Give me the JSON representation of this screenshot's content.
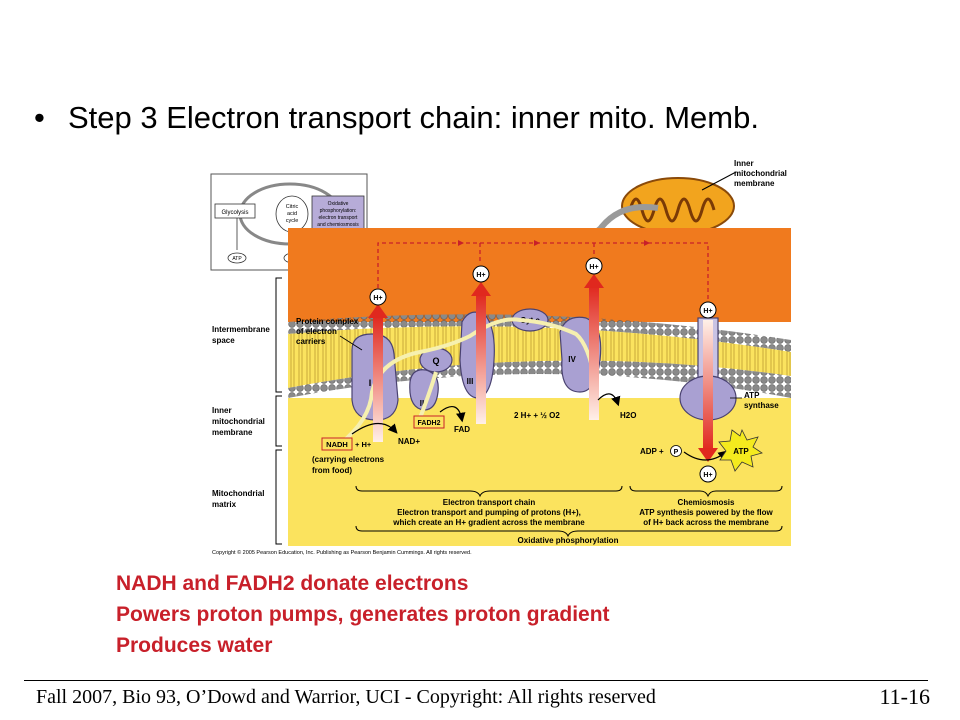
{
  "slide": {
    "bullet": "Step 3 Electron transport chain: inner mito. Memb.",
    "notes": [
      "NADH and FADH2 donate electrons",
      "Powers proton pumps, generates proton gradient",
      "Produces water"
    ],
    "footer": "Fall 2007, Bio 93, O’Dowd and Warrior, UCI - Copyright: All rights reserved",
    "slide_number": "11-16"
  },
  "diagram": {
    "inset": {
      "glycolysis": "Glycolysis",
      "citric_1": "Citric",
      "citric_2": "acid",
      "citric_3": "cycle",
      "ox_1": "Oxidative",
      "ox_2": "phosphorylation:",
      "ox_3": "electron transport",
      "ox_4": "and chemiosmosis",
      "atp": "ATP"
    },
    "mito_label_1": "Inner",
    "mito_label_2": "mitochondrial",
    "mito_label_3": "membrane",
    "side_labels": {
      "ims_1": "Intermembrane",
      "ims_2": "space",
      "inner_1": "Inner",
      "inner_2": "mitochondrial",
      "inner_3": "membrane",
      "matrix_1": "Mitochondrial",
      "matrix_2": "matrix"
    },
    "complex_label_1": "Protein complex",
    "complex_label_2": "of electron",
    "complex_label_3": "carriers",
    "h_plus": "H+",
    "complexes": {
      "i": "I",
      "ii": "II",
      "iii": "III",
      "iv": "IV",
      "q": "Q",
      "cytc": "Cyt c"
    },
    "fadh2": "FADH2",
    "fad": "FAD",
    "nadh": "NADH",
    "plus_h": "+ H+",
    "nad": "NAD+",
    "carrying_1": "(carrying electrons",
    "carrying_2": "from food)",
    "water_reaction": "2 H+ + ½ O2",
    "water": "H2O",
    "atp_synthase_1": "ATP",
    "atp_synthase_2": "synthase",
    "adp": "ADP +",
    "pi": "P",
    "atp": "ATP",
    "etc_title": "Electron transport chain",
    "etc_1": "Electron transport and pumping of protons (H+),",
    "etc_2": "which create an H+ gradient across the membrane",
    "chemi_title": "Chemiosmosis",
    "chemi_1": "ATP synthesis powered by the flow",
    "chemi_2": "of H+ back across the membrane",
    "oxphos": "Oxidative phosphorylation",
    "copyright": "Copyright © 2005 Pearson Education, Inc. Publishing as Pearson Benjamin Cummings. All rights reserved."
  },
  "colors": {
    "intermembrane": "#f07a1e",
    "matrix": "#fbe35e",
    "protein": "#a9a0d2",
    "notes_red": "#c8202a",
    "arrow_red": "#e0281e"
  }
}
